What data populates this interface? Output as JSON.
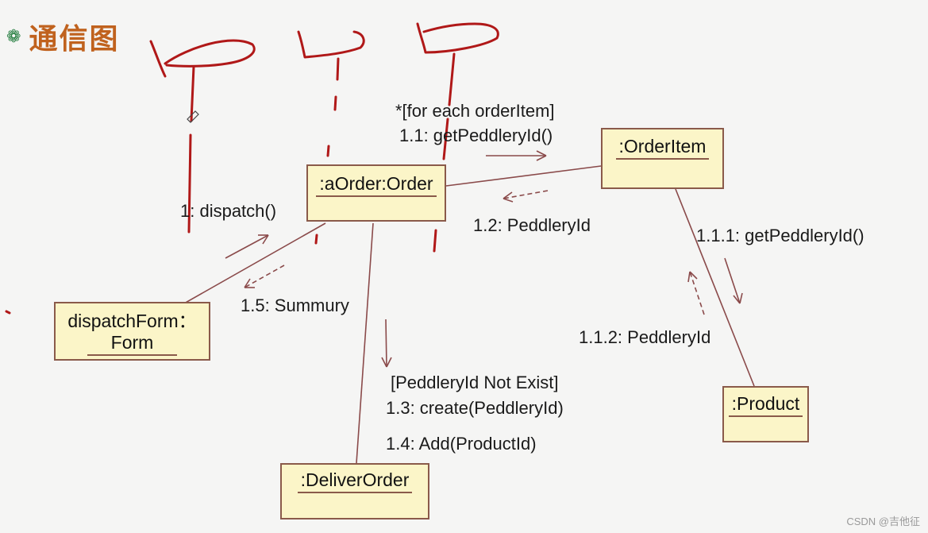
{
  "heading": {
    "bullet_icon": "flower-bullet-icon",
    "title": "通信图"
  },
  "objects": {
    "order": ":aOrder:Order",
    "order_item": ":OrderItem",
    "product": ":Product",
    "dispatch_form_line1": "dispatchForm：",
    "dispatch_form_line2": "Form",
    "deliver_order": ":DeliverOrder"
  },
  "messages": {
    "loop_guard": "*[for each orderItem]",
    "m1_1": "1.1: getPeddleryId()",
    "m1_2": "1.2: PeddleryId",
    "m1_1_1": "1.1.1: getPeddleryId()",
    "m1_1_2": "1.1.2: PeddleryId",
    "m1": "1: dispatch()",
    "m1_5": "1.5: Summury",
    "create_guard": "[PeddleryId Not Exist]",
    "m1_3": "1.3: create(PeddleryId)",
    "m1_4": "1.4: Add(ProductId)"
  },
  "footer": {
    "watermark": "CSDN @吉他征"
  },
  "colors": {
    "object_fill": "#fbf5c8",
    "object_border": "#8a5a4a",
    "link_line": "#8a4a4a",
    "annotation_ink": "#b01818",
    "title_color": "#c0621e"
  }
}
